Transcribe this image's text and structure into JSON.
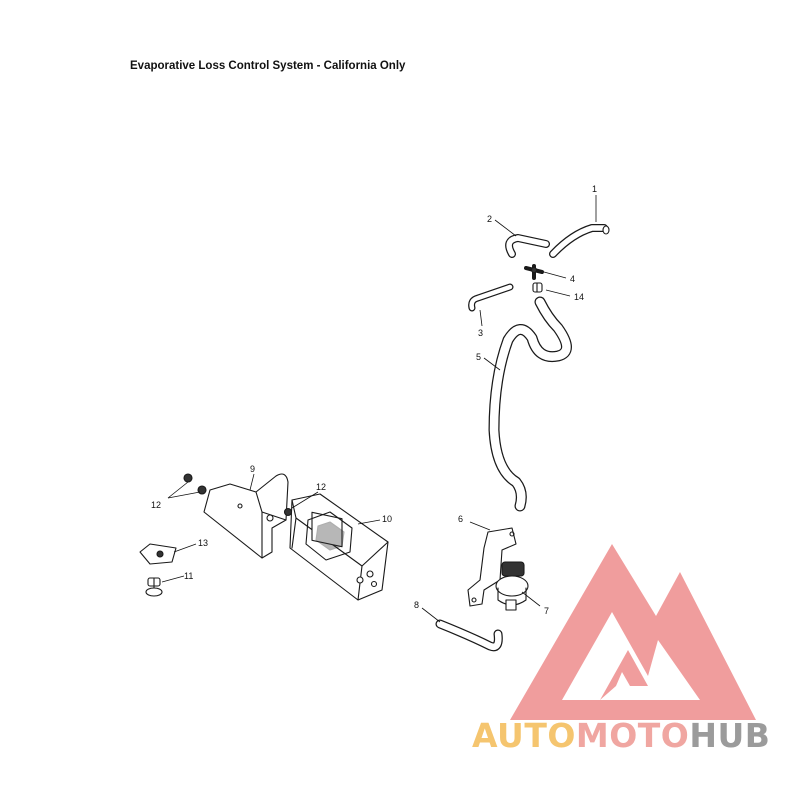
{
  "title": "Evaporative Loss Control System - California Only",
  "callouts": {
    "c1": "1",
    "c2": "2",
    "c3": "3",
    "c4": "4",
    "c5": "5",
    "c6": "6",
    "c7": "7",
    "c8": "8",
    "c9": "9",
    "c10": "10",
    "c11": "11",
    "c12a": "12",
    "c12b": "12",
    "c13": "13",
    "c14": "14"
  },
  "watermark": {
    "part1": "AUTO",
    "part2": "MOTO",
    "part3": "HUB",
    "color1": "#f5c56f",
    "color2": "#f0a6a1",
    "color3": "#9b9b9b",
    "logo_color": "#ee8d8d"
  }
}
